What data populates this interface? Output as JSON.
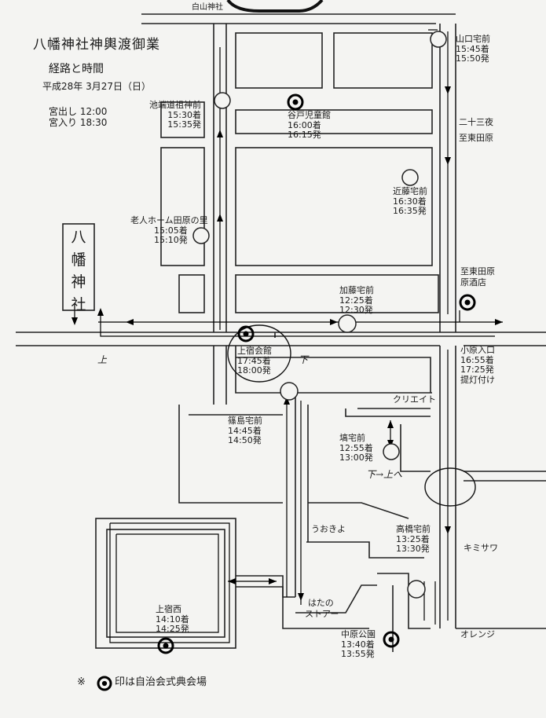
{
  "header": {
    "title": "八幡神社神輿渡御業",
    "subtitle": "経路と時間",
    "date": "平成28年 3月27日（日）",
    "departure": "宮出し 12:00",
    "return": "宮入り 18:30"
  },
  "shrine": {
    "vertical": [
      "八",
      "幡",
      "神",
      "社"
    ]
  },
  "road_labels": {
    "hakusan": "白山神社",
    "nijusanya": "二十三夜",
    "to_higashi_tahara_1": "至東田原",
    "to_higashi_tahara_2": "至東田原",
    "hara_sake_shop": "原酒店",
    "kureito": "クリエイト",
    "uokiyo": "うおきよ",
    "hatano_1": "はたの",
    "hatano_2": "ストアー",
    "kimisawa": "キミサワ",
    "orange": "オレンジ"
  },
  "stops": [
    {
      "name": "山口宅前",
      "arrive": "15:45着",
      "depart": "15:50発",
      "ceremony": false
    },
    {
      "name": "池端道祖神前",
      "arrive": "15:30着",
      "depart": "15:35発",
      "ceremony": false
    },
    {
      "name": "谷戸児童館",
      "arrive": "16:00着",
      "depart": "16:15発",
      "ceremony": true
    },
    {
      "name": "近藤宅前",
      "arrive": "16:30着",
      "depart": "16:35発",
      "ceremony": false
    },
    {
      "name": "老人ホーム田原の里",
      "arrive": "15:05着",
      "depart": "15:10発",
      "ceremony": false
    },
    {
      "name": "加藤宅前",
      "arrive": "12:25着",
      "depart": "12:30発",
      "ceremony": false
    },
    {
      "name": "上宿会館",
      "arrive": "17:45着",
      "depart": "18:00発",
      "ceremony": true
    },
    {
      "name": "小原入口",
      "arrive": "16:55着",
      "depart": "17:25発",
      "extra": "提灯付け",
      "ceremony": false
    },
    {
      "name": "篠島宅前",
      "arrive": "14:45着",
      "depart": "14:50発",
      "ceremony": false
    },
    {
      "name": "塙宅前",
      "arrive": "12:55着",
      "depart": "13:00発",
      "ceremony": false
    },
    {
      "name": "高橋宅前",
      "arrive": "13:25着",
      "depart": "13:30発",
      "ceremony": false
    },
    {
      "name": "上宿西",
      "arrive": "14:10着",
      "depart": "14:25発",
      "ceremony": true
    },
    {
      "name": "中原公園",
      "arrive": "13:40着",
      "depart": "13:55発",
      "ceremony": true
    }
  ],
  "handwritten": {
    "kami_left": "上",
    "shimo_mid": "下",
    "shimo_kami": "下→上へ"
  },
  "legend": {
    "mark": "※",
    "text": "印は自治会式典会場"
  }
}
